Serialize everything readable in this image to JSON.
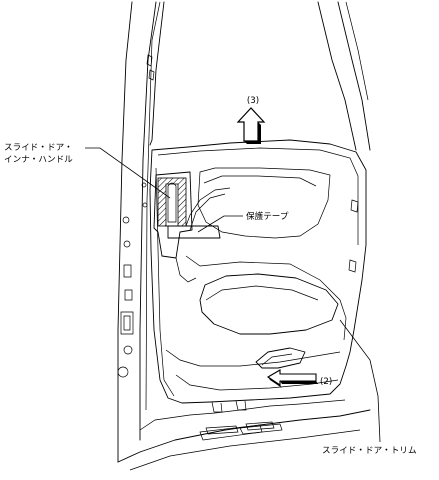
{
  "labels": {
    "handle_line1": "スライド・ドア・",
    "handle_line2": "インナ・ハンドル",
    "protective_tape": "保護テープ",
    "trim": "スライド・ドア・トリム"
  },
  "steps": {
    "lift": "(3)",
    "slide": "(2)"
  }
}
